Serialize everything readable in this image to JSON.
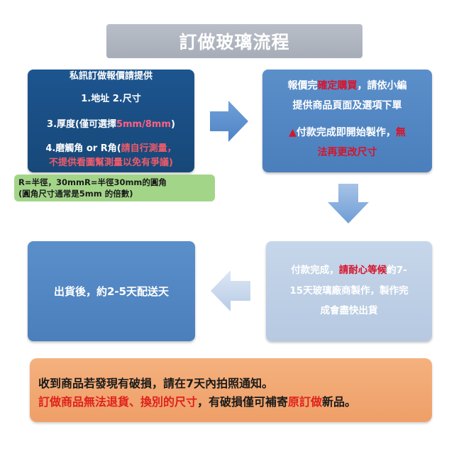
{
  "title": "訂做玻璃流程",
  "colors": {
    "title_bg": "#aab0bb",
    "step1_bg": "#1d5590",
    "step_blue": "#5287c3",
    "step_light": "#c2d3e8",
    "arrow_blue": "#5f92cf",
    "arrow_light": "#c9d8ec",
    "note_green": "#a3d589",
    "bottom_orange": "#f2a873",
    "highlight_red": "#d8132a"
  },
  "step1": {
    "line1": "私訊訂做報價請提供",
    "line2": "1.地址  2.尺寸",
    "line3_a": "3.厚度(僅可選擇",
    "line3_b": "5mm/8mm",
    "line3_c": ")",
    "line4_a": "4.磨觸角 or R角(",
    "line4_b": "請自行測量，",
    "line5": "不提供看圖幫測量以免有爭議)"
  },
  "note": {
    "line1": "R=半徑，30mmR=半徑30mm的圓角",
    "line2": "(圓角尺寸通常是5mm 的倍數)"
  },
  "step2": {
    "line1_a": "報價完",
    "line1_b": "確定購買",
    "line1_c": "，請依小編",
    "line2": "提供商品頁面及選項下單",
    "line3_a": "▲",
    "line3_b": "付款完成即開始製作，",
    "line3_c": "無",
    "line4": "法再更改尺寸"
  },
  "step3": {
    "line1_a": "付款完成，",
    "line1_b": "請耐心等候",
    "line1_c": "約7-",
    "line2": "15天玻璃廠商製作，製作完",
    "line3": "成會盡快出貨"
  },
  "step4": {
    "text": "出貨後，約2-5天配送天"
  },
  "bottom": {
    "line1": "收到商品若發現有破損，請在7天內拍照通知。",
    "line2_a": "訂做商品無法退貨、換別的尺寸",
    "line2_b": "，有破損僅可補寄",
    "line2_c": "原訂做",
    "line2_d": "新品。"
  }
}
